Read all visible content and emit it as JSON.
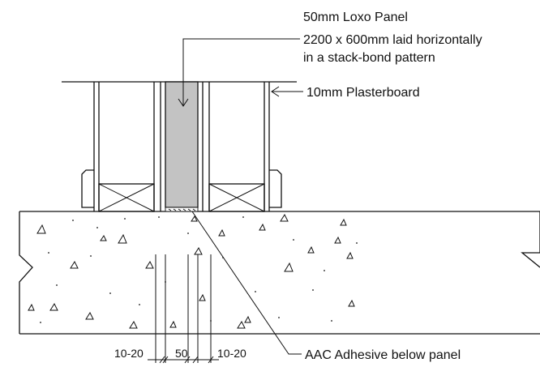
{
  "labels": {
    "panel_title": "50mm Loxo Panel",
    "panel_desc_1": "2200 x 600mm laid horizontally",
    "panel_desc_2": "in a stack-bond pattern",
    "plasterboard": "10mm Plasterboard",
    "adhesive": "AAC Adhesive below panel"
  },
  "dimensions": {
    "left": "10-20",
    "middle": "50",
    "right": "10-20"
  },
  "colors": {
    "panel_fill": "#c3c3c3",
    "line": "#111111"
  }
}
